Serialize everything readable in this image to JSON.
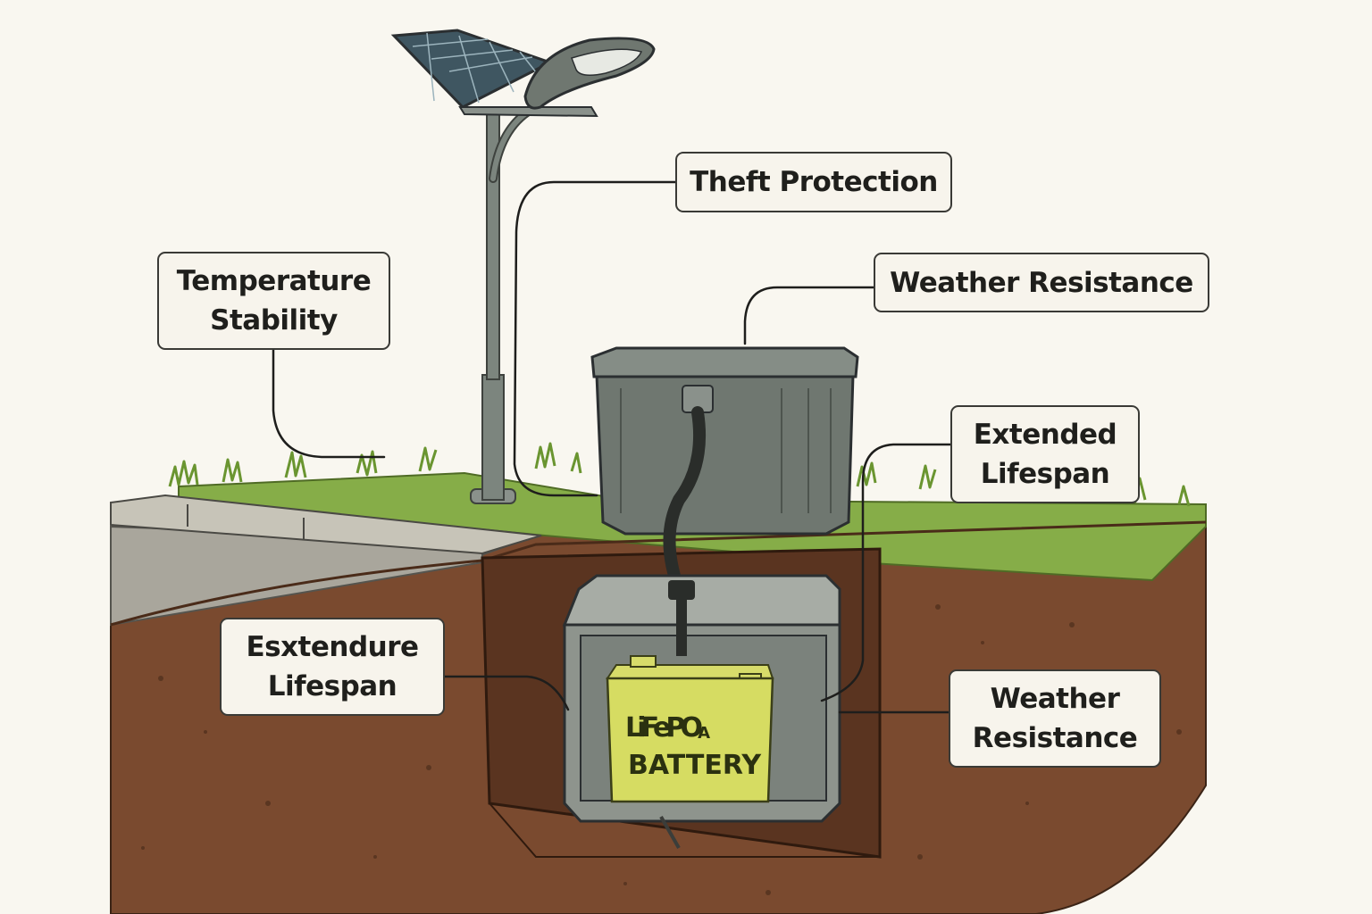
{
  "callouts": {
    "theft_protection": {
      "lines": [
        "Theft Protection"
      ]
    },
    "weather_resistance_top": {
      "lines": [
        "Weather Resistance"
      ]
    },
    "temperature_stability": {
      "lines": [
        "Temperature",
        "Stability"
      ]
    },
    "extended_lifespan": {
      "lines": [
        "Extended",
        "Lifespan"
      ]
    },
    "esxtendure_lifespan": {
      "lines": [
        "Esxtendure",
        "Lifespan"
      ]
    },
    "weather_resistance_bottom": {
      "lines": [
        "Weather",
        "Resistance"
      ]
    }
  },
  "battery": {
    "line1": "LiFePO",
    "line1_sub": "A",
    "line2": "BATTERY"
  },
  "colors": {
    "background": "#f9f7f0",
    "soil": "#7a4a2f",
    "soil_dark": "#5a3420",
    "grass": "#7aa43c",
    "enclosure": "#6f7770",
    "battery": "#d6dc62",
    "callout_border": "#3a3a36"
  }
}
